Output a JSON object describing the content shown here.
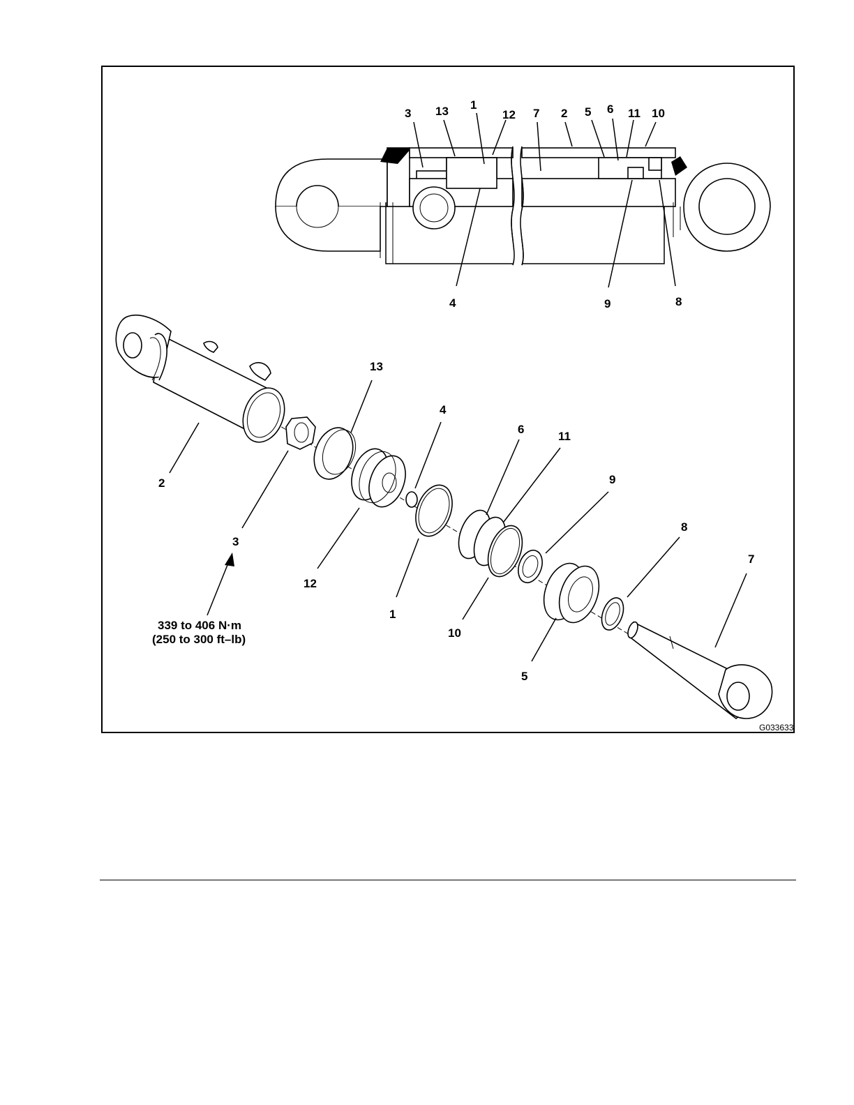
{
  "figure": {
    "figure_id": "G033633",
    "torque_spec": {
      "metric": "339 to 406 N·m",
      "imperial": "(250 to 300 ft–lb)"
    },
    "section_callouts": [
      "3",
      "13",
      "1",
      "12",
      "7",
      "2",
      "5",
      "6",
      "11",
      "10",
      "4",
      "9",
      "8"
    ],
    "exploded_callouts": [
      "13",
      "4",
      "6",
      "11",
      "9",
      "8",
      "7",
      "2",
      "3",
      "12",
      "1",
      "10",
      "5"
    ]
  },
  "colors": {
    "ink": "#000000",
    "paper": "#ffffff"
  }
}
